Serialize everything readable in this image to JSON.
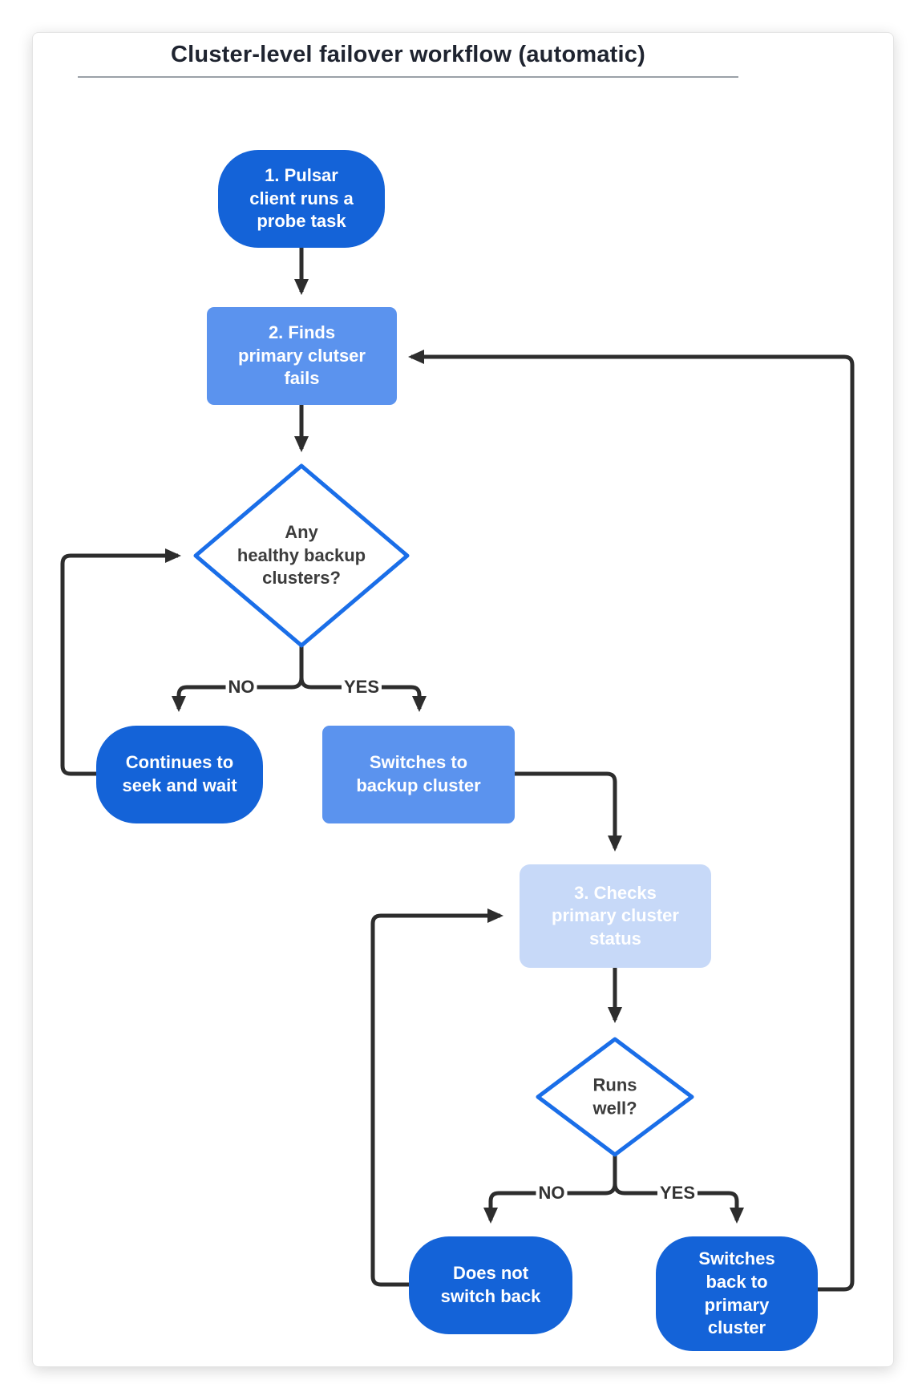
{
  "header": {
    "title": "Cluster-level failover workflow (automatic)"
  },
  "nodes": {
    "probe": {
      "label": "1. Pulsar\nclient runs a\nprobe task"
    },
    "finds_fail": {
      "label": "2. Finds\nprimary clutser\nfails"
    },
    "healthy_decision": {
      "label": "Any\nhealthy backup\nclusters?"
    },
    "seek_wait": {
      "label": "Continues to\nseek and wait"
    },
    "switch_backup": {
      "label": "Switches to\nbackup cluster"
    },
    "checks_status": {
      "label": "3. Checks\nprimary cluster\nstatus"
    },
    "runs_well_decision": {
      "label": "Runs\nwell?"
    },
    "no_switch_back": {
      "label": "Does not\nswitch back"
    },
    "switch_back_primary": {
      "label": "Switches\nback to\nprimary\ncluster"
    }
  },
  "edge_labels": {
    "no1": "NO",
    "yes1": "YES",
    "no2": "NO",
    "yes2": "YES"
  },
  "colors": {
    "dark_blue": "#1463d8",
    "medium_blue": "#5b93ee",
    "light_blue": "#c7d9f8",
    "diamond_border": "#1a6ee8",
    "arrow": "#2d2d2d",
    "title_color": "#1f2430"
  }
}
